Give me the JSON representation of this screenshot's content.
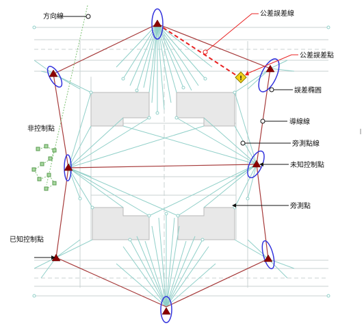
{
  "labels": {
    "direction_line": "方向線",
    "fixed_error_line": "公差誤差線",
    "fixed_error_point": "公差誤差點",
    "error_ellipse": "誤差橢圓",
    "traverse_line": "導線線",
    "sideshot_line": "旁測點線",
    "unknown_control": "未知控制點",
    "sideshot_point": "旁測點",
    "known_control": "已知控制點",
    "non_control": "非控制點"
  },
  "colors": {
    "traverse": "#a63a3a",
    "sideshot": "#8fcfc8",
    "parcel": "#c8d2d2",
    "building": "#e8e8e8",
    "control": "#8b0000",
    "ellipse": "#3333dd",
    "error_line": "#e82020",
    "direction_line": "#7ac070",
    "callout": "#111111",
    "warning": "#f2d21a"
  },
  "icons": {
    "control_point": "triangle-icon",
    "warning": "warning-icon",
    "sideshot_point": "circle-point-icon",
    "non_control_point": "square-point-icon"
  }
}
